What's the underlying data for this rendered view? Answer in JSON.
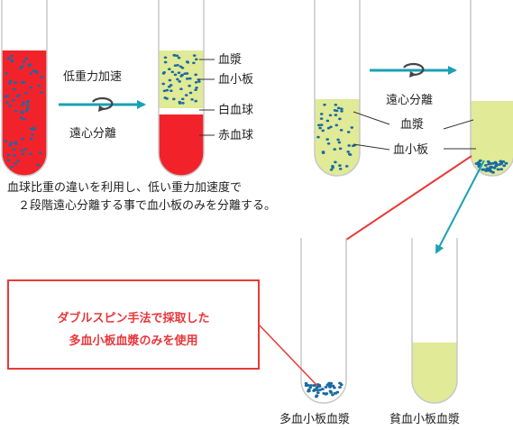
{
  "colors": {
    "blood_red": "#f2222b",
    "plasma_yellow": "#e0ea97",
    "platelet_blue": "#1b6aa3",
    "arrow_teal": "#1aa0b4",
    "accent_red": "#e83a36",
    "tube_outline": "#c8c8c8"
  },
  "step1": {
    "label_top": "低重力加速",
    "label_bottom": "遠心分離",
    "icon": "rotate-arrow-icon"
  },
  "step2": {
    "label": "遠心分離",
    "icon": "rotate-arrow-icon"
  },
  "tube2_labels": {
    "plasma": "血漿",
    "platelets": "血小板",
    "white_cells": "白血球",
    "red_cells": "赤血球"
  },
  "tube3_labels": {
    "plasma": "血漿",
    "platelets": "血小板"
  },
  "description": {
    "line1": "血球比重の違いを利用し、低い重力加速度で",
    "line2": "２段階遠心分離する事で血小板のみを分離する。"
  },
  "callout": {
    "line1": "ダブルスピン手法で採取した",
    "line2": "多血小板血漿のみを使用"
  },
  "bottom_labels": {
    "prp": "多血小板血漿",
    "ppp": "貧血小板血漿"
  }
}
